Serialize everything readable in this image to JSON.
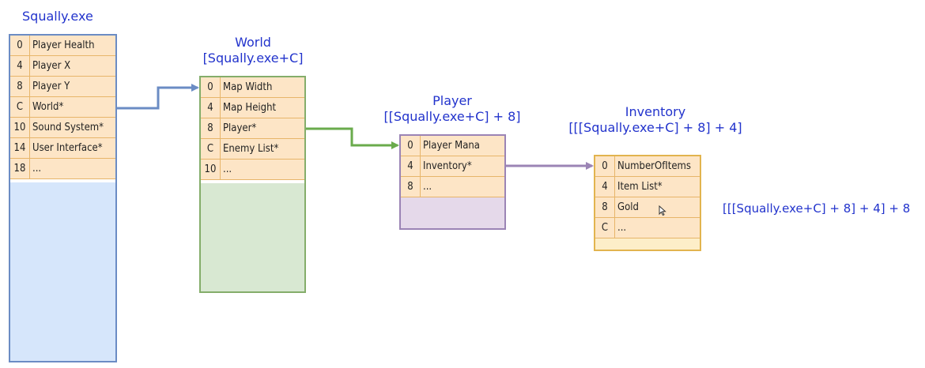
{
  "structs": [
    {
      "key": "squally",
      "title_lines": [
        "Squally.exe"
      ],
      "border_color": "#6b8cc4",
      "fill_color": "#d6e6fb",
      "rows": [
        {
          "offset": "0",
          "label": "Player Health"
        },
        {
          "offset": "4",
          "label": "Player X"
        },
        {
          "offset": "8",
          "label": "Player Y"
        },
        {
          "offset": "C",
          "label": "World*"
        },
        {
          "offset": "10",
          "label": "Sound System*"
        },
        {
          "offset": "14",
          "label": "User Interface*"
        },
        {
          "offset": "18",
          "label": "..."
        }
      ]
    },
    {
      "key": "world",
      "title_lines": [
        "World",
        "[Squally.exe+C]"
      ],
      "border_color": "#84ad6a",
      "fill_color": "#d8e8d2",
      "rows": [
        {
          "offset": "0",
          "label": "Map Width"
        },
        {
          "offset": "4",
          "label": "Map Height"
        },
        {
          "offset": "8",
          "label": "Player*"
        },
        {
          "offset": "C",
          "label": "Enemy List*"
        },
        {
          "offset": "10",
          "label": "..."
        }
      ]
    },
    {
      "key": "player",
      "title_lines": [
        "Player",
        "[[Squally.exe+C] + 8]"
      ],
      "border_color": "#9b84b5",
      "fill_color": "#e5d9ea",
      "rows": [
        {
          "offset": "0",
          "label": "Player Mana"
        },
        {
          "offset": "4",
          "label": "Inventory*"
        },
        {
          "offset": "8",
          "label": "..."
        }
      ]
    },
    {
      "key": "inventory",
      "title_lines": [
        "Inventory",
        "[[[Squally.exe+C] + 8] + 4]"
      ],
      "border_color": "#e2b44e",
      "fill_color": "#fdeec8",
      "rows": [
        {
          "offset": "0",
          "label": "NumberOfItems"
        },
        {
          "offset": "4",
          "label": "Item List*"
        },
        {
          "offset": "8",
          "label": "Gold"
        },
        {
          "offset": "C",
          "label": "..."
        }
      ]
    }
  ],
  "gold_address": "[[[Squally.exe+C] + 8] + 4] + 8",
  "colors": {
    "title_text": "#2233cc",
    "row_fill": "#fde5c6",
    "row_divider": "#e7b56a",
    "arrow_world": "#6b8cc4",
    "arrow_player": "#6aab4c",
    "arrow_inventory": "#9b84b5"
  },
  "icons": {
    "cursor": "mouse-pointer-icon"
  }
}
